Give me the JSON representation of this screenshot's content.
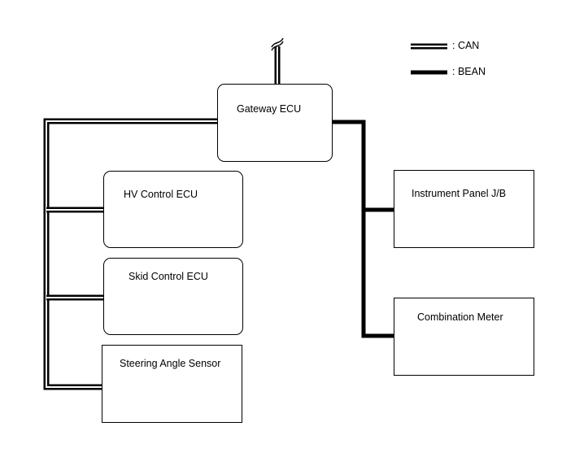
{
  "legend": {
    "can_label": ": CAN",
    "bean_label": ": BEAN"
  },
  "nodes": {
    "gateway": "Gateway ECU",
    "hv_control": "HV Control ECU",
    "skid_control": "Skid Control ECU",
    "steering_angle": "Steering Angle Sensor",
    "instrument_panel": "Instrument Panel J/B",
    "combination_meter": "Combination Meter"
  },
  "colors": {
    "line": "#000000",
    "can_inner": "#ffffff",
    "background": "#ffffff"
  }
}
